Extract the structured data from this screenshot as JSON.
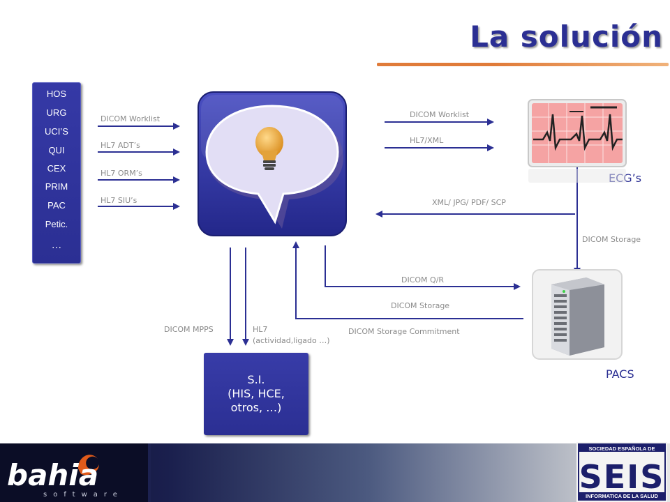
{
  "title": "La solución",
  "departments": [
    "HOS",
    "URG",
    "UCI’S",
    "QUI",
    "CEX",
    "PRIM",
    "PAC",
    "Petic.",
    "…"
  ],
  "left_flows": [
    "DICOM  Worklist",
    "HL7   ADT’s",
    "HL7   ORM’s",
    "HL7   SIU’s"
  ],
  "ecg_flows": [
    "DICOM  Worklist",
    "HL7/XML"
  ],
  "return_flow": "XML/ JPG/ PDF/ SCP",
  "ecg_label": "ECG’s",
  "dicom_storage_ecg": "DICOM  Storage",
  "pacs_flows": {
    "qr": "DICOM  Q/R",
    "storage": "DICOM  Storage",
    "commitment": "DICOM  Storage Commitment"
  },
  "pacs_label": "PACS",
  "si_flows": {
    "mpps": "DICOM  MPPS",
    "hl7": "HL7",
    "hl7_detail": "(actividad,ligado   …)"
  },
  "si_box": {
    "line1": "S.I.",
    "line2": "(HIS, HCE,",
    "line3": "otros, …)"
  },
  "footer": {
    "brand": "bahia",
    "brand_sub": "software",
    "seis_top": "SOCIEDAD ESPAÑOLA DE",
    "seis_name": "SEIS",
    "seis_bottom": "INFORMATICA DE LA SALUD"
  },
  "colors": {
    "primary": "#2b2f93",
    "accent": "#e07b39",
    "label": "#8a8a8a",
    "arrow": "#2b2f93"
  }
}
